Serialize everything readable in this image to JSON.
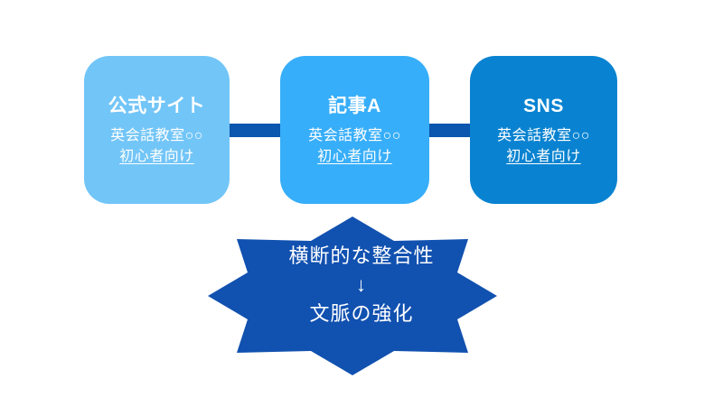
{
  "cards": [
    {
      "id": "official-site",
      "title": "公式サイト",
      "subtitle": "英会話教室○○",
      "tag": "初心者向け"
    },
    {
      "id": "article-a",
      "title": "記事A",
      "subtitle": "英会話教室○○",
      "tag": "初心者向け"
    },
    {
      "id": "sns",
      "title": "SNS",
      "subtitle": "英会話教室○○",
      "tag": "初心者向け"
    }
  ],
  "star_badge": {
    "line1": "横断的な整合性",
    "arrow": "↓",
    "line2": "文脈の強化"
  },
  "colors": {
    "card_official": "#72C5F7",
    "card_article": "#37AEF9",
    "card_sns": "#0983D1",
    "connector": "#0B56AE",
    "star": "#1151B0",
    "text": "#FFFFFF",
    "background": "#FFFFFF"
  }
}
